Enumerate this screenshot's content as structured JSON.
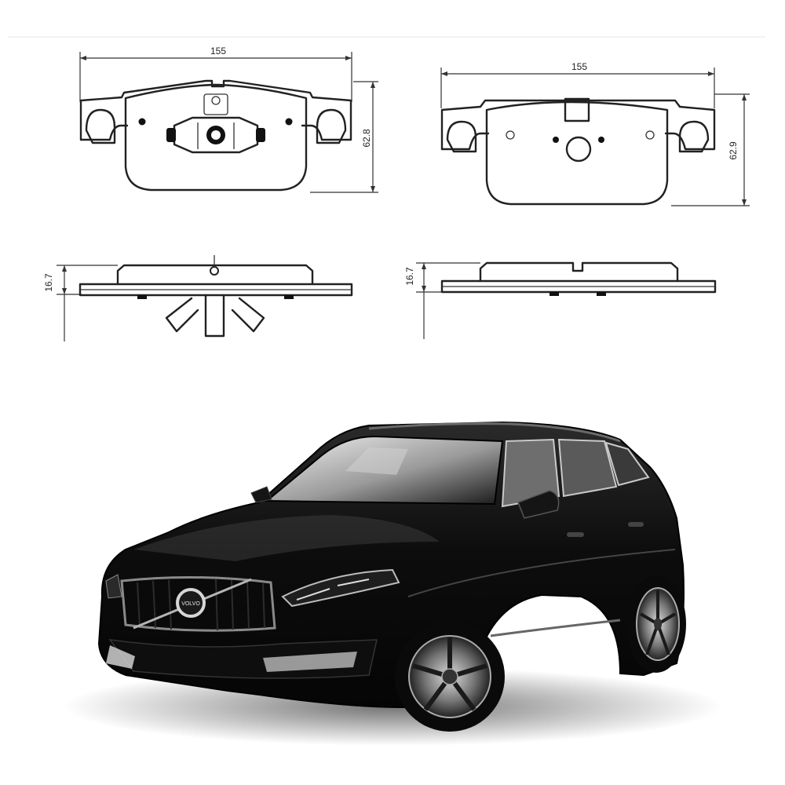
{
  "colors": {
    "background": "#ffffff",
    "line": "#222222",
    "car_body": "#0b0b0b"
  },
  "drawings": {
    "front_view_left": {
      "width_label": "155",
      "height_label": "62.8"
    },
    "front_view_right": {
      "width_label": "155",
      "height_label": "62.9"
    },
    "side_view_left": {
      "thickness_label": "16.7"
    },
    "side_view_right": {
      "thickness_label": "16.7"
    }
  },
  "photo": {
    "subject": "black suv",
    "grille_badge": "VOLVO"
  }
}
